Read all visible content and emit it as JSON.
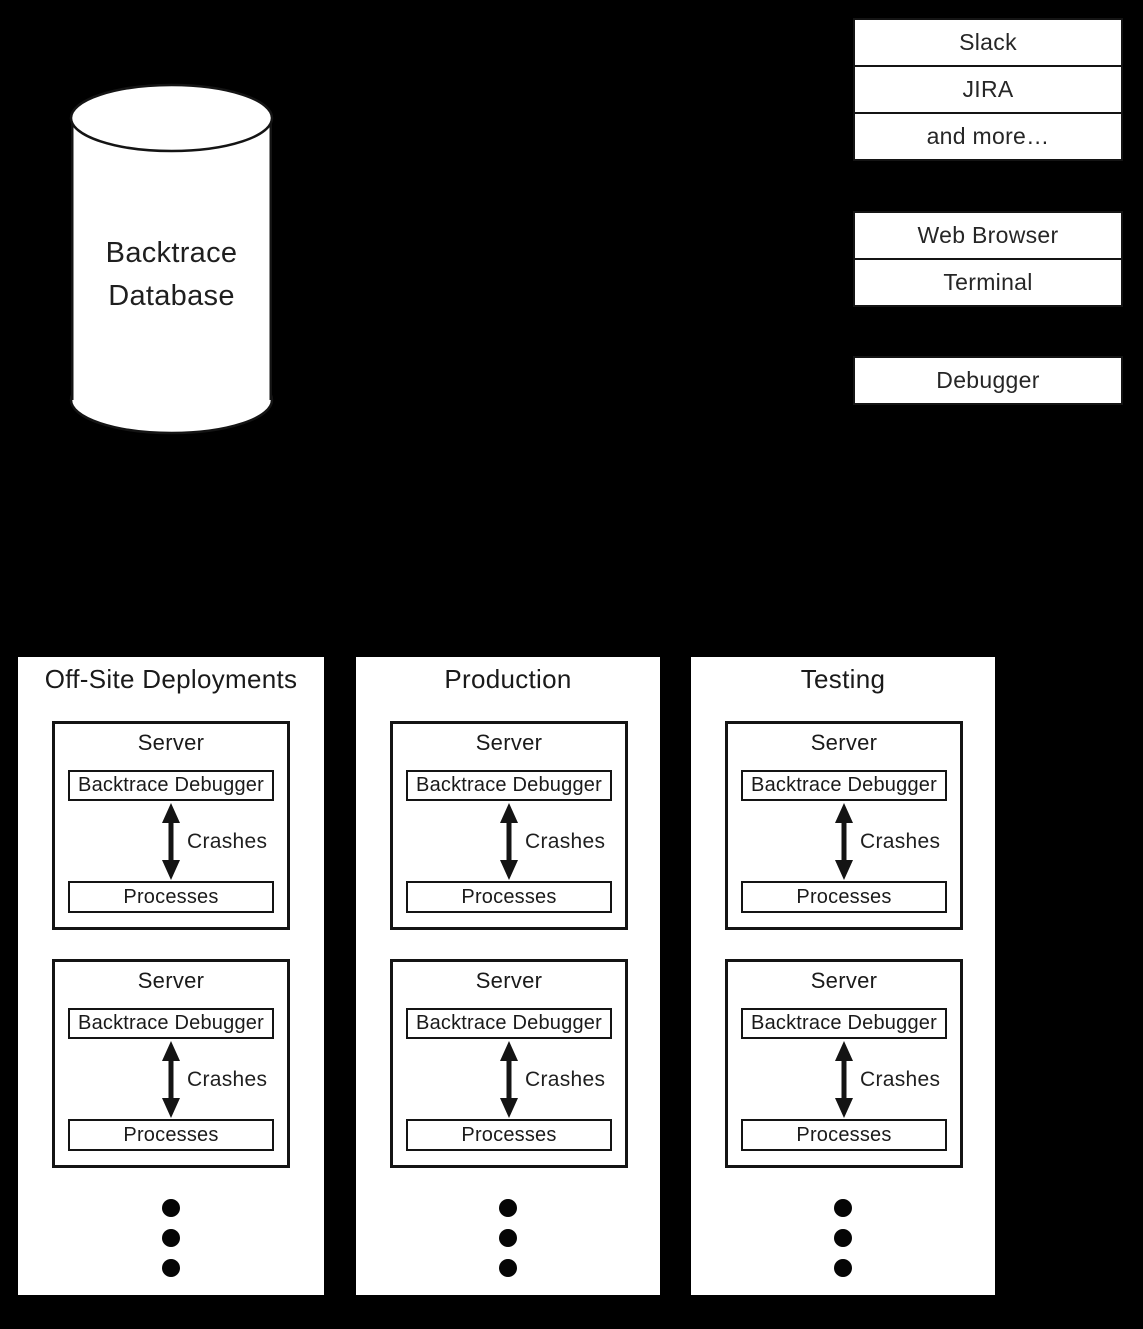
{
  "diagram": {
    "database": {
      "line1": "Backtrace",
      "line2": "Database"
    },
    "integration_boxes": [
      "Slack",
      "JIRA",
      "and more…"
    ],
    "client_boxes": [
      "Web Browser",
      "Terminal"
    ],
    "tool_boxes": [
      "Debugger"
    ],
    "panels": [
      {
        "title": "Off-Site Deployments"
      },
      {
        "title": "Production"
      },
      {
        "title": "Testing"
      }
    ],
    "server_card": {
      "title": "Server",
      "debugger_box": "Backtrace Debugger",
      "arrow_label": "Crashes",
      "processes_box": "Processes"
    },
    "colors": {
      "background": "#000000",
      "surface": "#ffffff",
      "line": "#141414",
      "text": "#1f1f1f"
    }
  }
}
